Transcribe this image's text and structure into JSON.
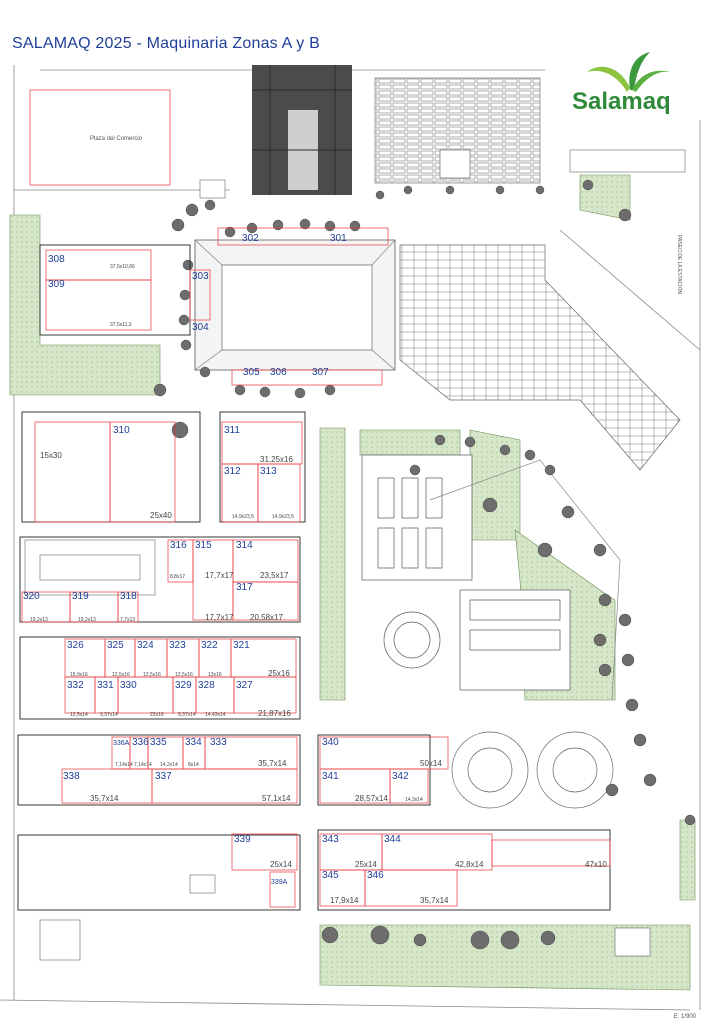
{
  "title": "SALAMAQ 2025 - Maquinaria Zonas A y B",
  "logo": {
    "text": "Salamaq",
    "colors": [
      "#3a9a3c",
      "#8cc43f",
      "#2f7d32"
    ]
  },
  "plaza_label": "Plaza del Comercio",
  "scale": "E: 1/900",
  "street_label": "PASEO DE LA ESTACIÓN",
  "colors": {
    "stand_number": "#1f3f9a",
    "stand_outline": "#e8363a",
    "green_area": "#cfe3c0",
    "tree": "#6b6b6b"
  },
  "stands": [
    {
      "id": "308",
      "dims": "37,5x10,66"
    },
    {
      "id": "309",
      "dims": "37,5x11,3"
    },
    {
      "id": "302",
      "dims": ""
    },
    {
      "id": "301",
      "dims": ""
    },
    {
      "id": "303",
      "dims": ""
    },
    {
      "id": "304",
      "dims": ""
    },
    {
      "id": "305",
      "dims": ""
    },
    {
      "id": "306",
      "dims": ""
    },
    {
      "id": "307",
      "dims": ""
    },
    {
      "id": "310",
      "dims": "25x40"
    },
    {
      "id": "310b",
      "dims": "15x30"
    },
    {
      "id": "311",
      "dims": "31,25x16"
    },
    {
      "id": "312",
      "dims": "14,9x23,5"
    },
    {
      "id": "313",
      "dims": "14,9x23,5"
    },
    {
      "id": "316",
      "dims": "8,8x17"
    },
    {
      "id": "315",
      "dims": "17,7x17"
    },
    {
      "id": "314",
      "dims": "23,5x17"
    },
    {
      "id": "317",
      "dims": "20,58x17"
    },
    {
      "id": "317b",
      "dims": "17,7x17"
    },
    {
      "id": "320",
      "dims": "19,2x13"
    },
    {
      "id": "319",
      "dims": "19,2x13"
    },
    {
      "id": "318",
      "dims": "7,7x13"
    },
    {
      "id": "326",
      "dims": "15,9x16"
    },
    {
      "id": "325",
      "dims": "12,5x16"
    },
    {
      "id": "324",
      "dims": "12,5x16"
    },
    {
      "id": "323",
      "dims": "12,5x16"
    },
    {
      "id": "322",
      "dims": "13x16"
    },
    {
      "id": "321",
      "dims": "25x16"
    },
    {
      "id": "332",
      "dims": "12,5x14"
    },
    {
      "id": "331",
      "dims": "9,37x14"
    },
    {
      "id": "330",
      "dims": "22x16"
    },
    {
      "id": "329",
      "dims": "9,37x14"
    },
    {
      "id": "328",
      "dims": "14,43x14"
    },
    {
      "id": "327",
      "dims": "21,87x16"
    },
    {
      "id": "336A",
      "dims": "7,14x14"
    },
    {
      "id": "336",
      "dims": "7,14x14"
    },
    {
      "id": "335",
      "dims": "14,2x14"
    },
    {
      "id": "334",
      "dims": "8x14"
    },
    {
      "id": "333",
      "dims": "35,7x14"
    },
    {
      "id": "338",
      "dims": "35,7x14"
    },
    {
      "id": "337",
      "dims": "57,1x14"
    },
    {
      "id": "340",
      "dims": "50x14"
    },
    {
      "id": "341",
      "dims": "28,57x14"
    },
    {
      "id": "342",
      "dims": "14,3x14"
    },
    {
      "id": "339",
      "dims": "25x14"
    },
    {
      "id": "339A",
      "dims": ""
    },
    {
      "id": "343",
      "dims": "25x14"
    },
    {
      "id": "344",
      "dims": "42,8x14"
    },
    {
      "id": "344b",
      "dims": "47x10"
    },
    {
      "id": "345",
      "dims": "17,9x14"
    },
    {
      "id": "346",
      "dims": "35,7x14"
    }
  ]
}
